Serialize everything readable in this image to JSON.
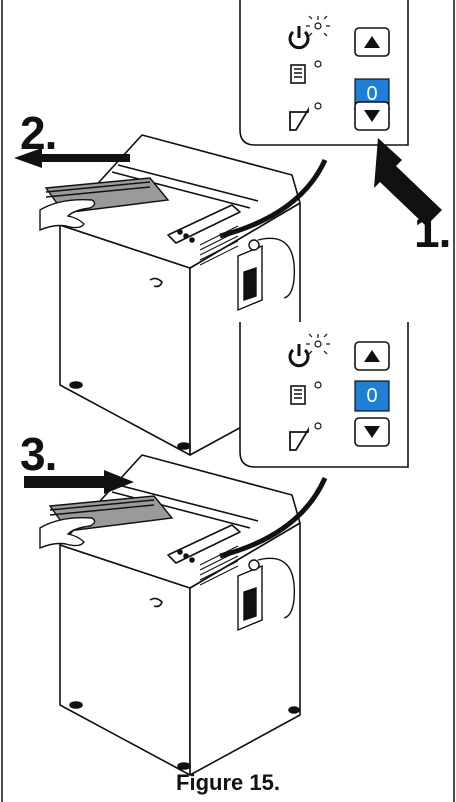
{
  "figure": {
    "caption": "Figure 15.",
    "steps": [
      "1.",
      "2.",
      "3."
    ]
  },
  "panels": [
    {
      "id": "top",
      "counter_value": "0",
      "indicators": [
        "power-led-blinking",
        "full-bin-led",
        "door-open-led"
      ],
      "buttons": [
        "up-arrow",
        "down-arrow"
      ]
    },
    {
      "id": "bottom",
      "counter_value": "0",
      "indicators": [
        "power-led-blinking",
        "full-bin-led",
        "door-open-led"
      ],
      "buttons": [
        "up-arrow",
        "down-arrow"
      ]
    }
  ],
  "colors": {
    "counter_display": "#1f7fd6",
    "line": "#111111",
    "machine_fill": "#ffffff",
    "paper_fill": "#9a9a9a"
  },
  "icons": [
    "power-icon",
    "bin-full-icon",
    "door-icon",
    "up-arrow-icon",
    "down-arrow-icon",
    "pointing-arrow-icon",
    "oil-bottle-icon",
    "hand-icon"
  ]
}
